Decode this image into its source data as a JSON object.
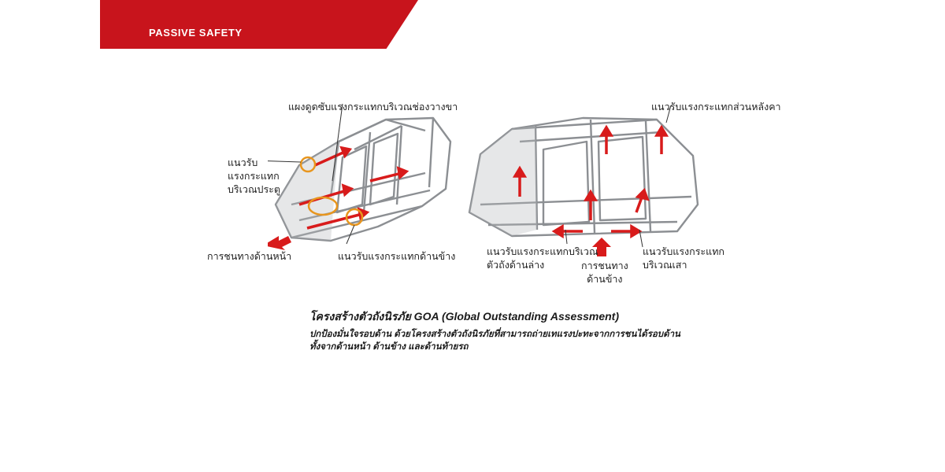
{
  "header": {
    "section_title": "PASSIVE SAFETY",
    "accent_color": "#c8141c"
  },
  "diagram": {
    "front_view_labels": {
      "upper_floor_absorber": "แผงดูดซับแรงกระแทกบริเวณช่องวางขา",
      "door_area_path": "แนวรับ\nแรงกระแทก\nบริเวณประตู",
      "front_impact": "การชนทางด้านหน้า",
      "side_impact_path": "แนวรับแรงกระแทกด้านข้าง"
    },
    "rear_view_labels": {
      "rear_path": "แนวรับแรงกระแทกส่วนหลังคา",
      "lower_body_path": "แนวรับแรงกระแทกบริเวณ\nตัวถังด้านล่าง",
      "side_impact": "การชนทาง\nด้านข้าง",
      "pillar_path": "แนวรับแรงกระแทก\nบริเวณเสา"
    },
    "colors": {
      "arrow": "#d81b1b",
      "highlight_ring": "#e8961e",
      "frame": "#8c8f93"
    }
  },
  "caption": {
    "title": "โครงสร้างตัวถังนิรภัย GOA (Global Outstanding Assessment)",
    "body": "ปกป้องมั่นใจรอบด้าน ด้วยโครงสร้างตัวถังนิรภัยที่สามารถถ่ายเทแรงปะทะจากการชนได้รอบด้าน\nทั้งจากด้านหน้า ด้านข้าง และด้านท้ายรถ"
  }
}
